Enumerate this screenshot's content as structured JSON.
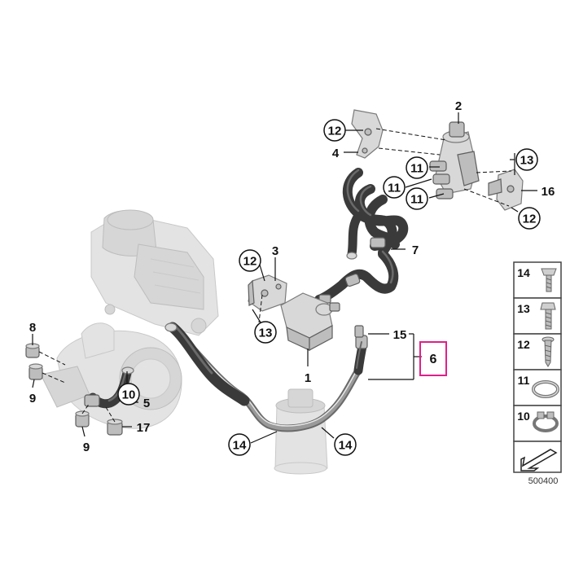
{
  "diagram": {
    "image_code": "500400",
    "highlight_color": "#e0208a",
    "labels": {
      "1": "1",
      "2": "2",
      "3": "3",
      "4": "4",
      "5": "5",
      "6": "6",
      "7": "7",
      "8": "8",
      "9": "9",
      "10": "10",
      "11": "11",
      "12": "12",
      "13": "13",
      "14": "14",
      "15": "15",
      "16": "16",
      "17": "17"
    },
    "legend": [
      {
        "number": "14",
        "icon": "torx-bolt-icon"
      },
      {
        "number": "13",
        "icon": "hex-bolt-icon"
      },
      {
        "number": "12",
        "icon": "screw-icon"
      },
      {
        "number": "11",
        "icon": "hose-clamp-icon"
      },
      {
        "number": "10",
        "icon": "spring-clamp-icon"
      },
      {
        "number": "",
        "icon": "arrow-icon"
      }
    ]
  }
}
